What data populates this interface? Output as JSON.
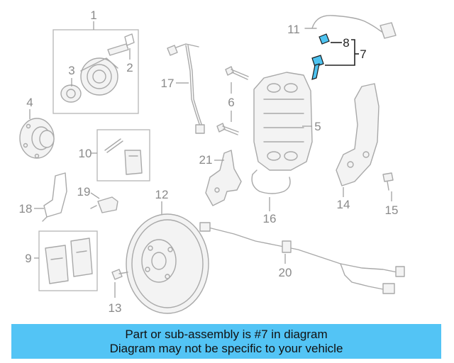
{
  "callouts": {
    "c1": "1",
    "c2": "2",
    "c3": "3",
    "c4": "4",
    "c5": "5",
    "c6": "6",
    "c7": "7",
    "c8": "8",
    "c9": "9",
    "c10": "10",
    "c11": "11",
    "c12": "12",
    "c13": "13",
    "c14": "14",
    "c15": "15",
    "c16": "16",
    "c17": "17",
    "c18": "18",
    "c19": "19",
    "c20": "20",
    "c21": "21"
  },
  "highlighted_part": "7",
  "colors": {
    "highlight": "#4ec3f0",
    "banner": "#53c4f5",
    "line_art": "#a9a9a9"
  },
  "banner": {
    "line1": "Part or sub-assembly is #7 in diagram",
    "line2": "Diagram may not be specific to your vehicle"
  }
}
